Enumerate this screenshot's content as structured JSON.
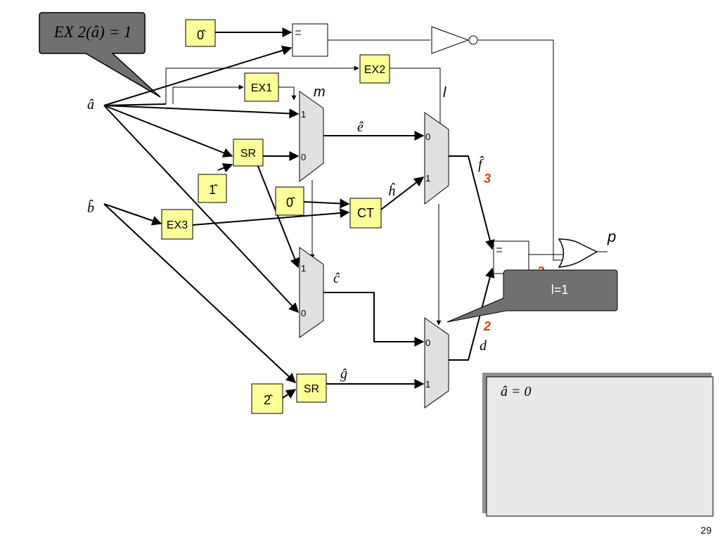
{
  "callouts": {
    "top_formula": "EX 2(â) = 1",
    "right_note": "l=1"
  },
  "inputs": {
    "a": "â",
    "b": "b̂"
  },
  "constants": {
    "zero_top": "0̂",
    "one": "1̂",
    "zero_mid": "0̂",
    "two": "2̂"
  },
  "blocks": {
    "ex1": "EX1",
    "ex2": "EX2",
    "ex3": "EX3",
    "sr_upper": "SR",
    "sr_lower": "SR",
    "ct": "CT"
  },
  "signals": {
    "m": "m",
    "l": "l",
    "e": "ê",
    "h": "ĥ",
    "f": "f̂",
    "c": "ĉ",
    "g": "ĝ",
    "d": "d",
    "p": "p"
  },
  "mux_labels": {
    "one": "1",
    "zero": "0"
  },
  "counts": {
    "f": "3",
    "d": "2",
    "hidden": "2"
  },
  "info_panel": {
    "text": "â = 0"
  },
  "page_number": "29",
  "colors": {
    "block_fill": "#ffff99",
    "mux_fill": "#e0e0e0",
    "callout_fill": "#707070",
    "count_red": "#e04010",
    "panel_fill": "#e9e9e9"
  }
}
